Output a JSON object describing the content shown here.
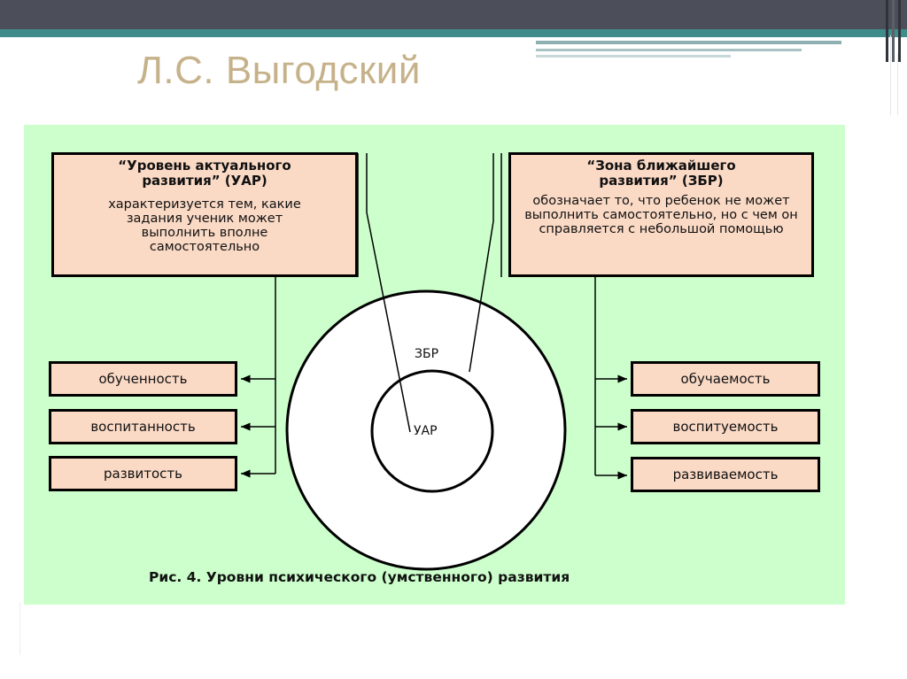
{
  "slide": {
    "title": "Л.С. Выгодский"
  },
  "diagram": {
    "left_box": {
      "title": "“Уровень актуального развития” (УАР)",
      "description": "характеризуется тем, какие задания ученик может выполнить вполне самостоятельно"
    },
    "right_box": {
      "title": "“Зона ближайшего развития” (ЗБР)",
      "description": "обозначает то, что ребенок не может выполнить самостоятельно, но с чем он справляется с небольшой помощью"
    },
    "left_items": [
      "обученность",
      "воспитанность",
      "развитость"
    ],
    "right_items": [
      "обучаемость",
      "воспитуемость",
      "развиваемость"
    ],
    "outer_circle_label": "ЗБР",
    "inner_circle_label": "УАР",
    "caption": "Рис. 4. Уровни психического (умственного) развития"
  },
  "colors": {
    "panel": "#ccffcc",
    "box": "#fad9c5",
    "title": "#c6b28a",
    "bar": "#4c4f5a",
    "accent": "#3f8c8a"
  }
}
